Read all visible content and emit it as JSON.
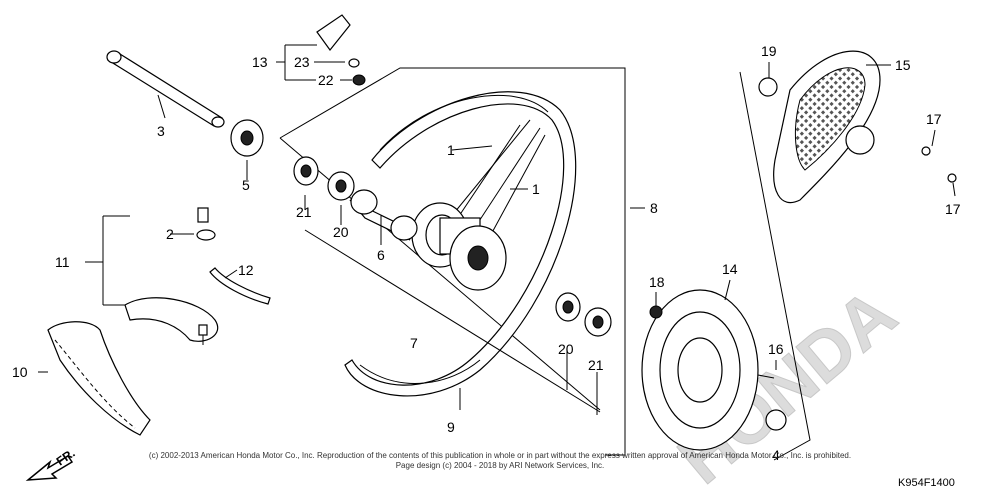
{
  "callouts": {
    "p1a": "1",
    "p1b": "1",
    "p2": "2",
    "p3": "3",
    "p4": "4",
    "p5": "5",
    "p6": "6",
    "p7": "7",
    "p8": "8",
    "p9": "9",
    "p10": "10",
    "p11": "11",
    "p12": "12",
    "p13": "13",
    "p14": "14",
    "p15": "15",
    "p16": "16",
    "p17a": "17",
    "p17b": "17",
    "p18": "18",
    "p19": "19",
    "p20a": "20",
    "p20b": "20",
    "p21a": "21",
    "p21b": "21",
    "p22": "22",
    "p23": "23"
  },
  "direction_label": "FR.",
  "watermark": "HONDA",
  "copyright_line1": "(c) 2002-2013 American Honda Motor Co., Inc. Reproduction of the contents of this publication in whole or in part without the express written approval of American Honda Motor Co., Inc. is prohibited.",
  "copyright_line2": "Page design (c) 2004 - 2018 by ARI Network Services, Inc.",
  "diagram_code": "K954F1400"
}
